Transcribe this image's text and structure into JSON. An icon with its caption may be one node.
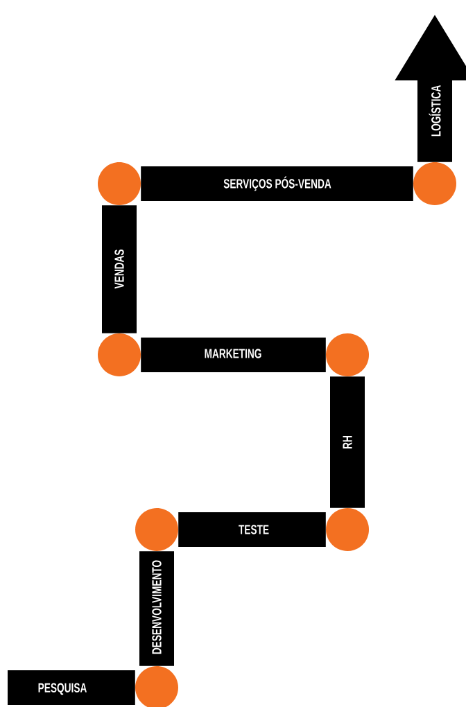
{
  "diagram": {
    "nodes": [
      {
        "text": [],
        "shape": "circle"
      },
      {
        "text": [],
        "shape": "circle"
      },
      {
        "text": [],
        "shape": "circle"
      },
      {
        "text": [],
        "shape": "circle"
      },
      {
        "text": [],
        "shape": "circle"
      },
      {
        "text": [],
        "shape": "circle"
      },
      {
        "text": [],
        "shape": "circle"
      }
    ],
    "edges": [
      {
        "from": null,
        "to": 0,
        "arrow": "none",
        "label": "PESQUISA"
      },
      {
        "from": 0,
        "to": 1,
        "arrow": "none",
        "label": "DESENVOLVIMENTO"
      },
      {
        "from": 1,
        "to": 2,
        "arrow": "none",
        "label": "TESTE"
      },
      {
        "from": 2,
        "to": 3,
        "arrow": "none",
        "label": "RH"
      },
      {
        "from": 3,
        "to": 4,
        "arrow": "none",
        "label": "MARKETING"
      },
      {
        "from": 4,
        "to": 5,
        "arrow": "none",
        "label": "VENDAS"
      },
      {
        "from": 5,
        "to": 6,
        "arrow": "none",
        "label": "SERVIÇOS  PÓS-VENDA"
      },
      {
        "from": 6,
        "to": null,
        "arrow": "to",
        "label": "LOGÍSTICA"
      }
    ]
  }
}
